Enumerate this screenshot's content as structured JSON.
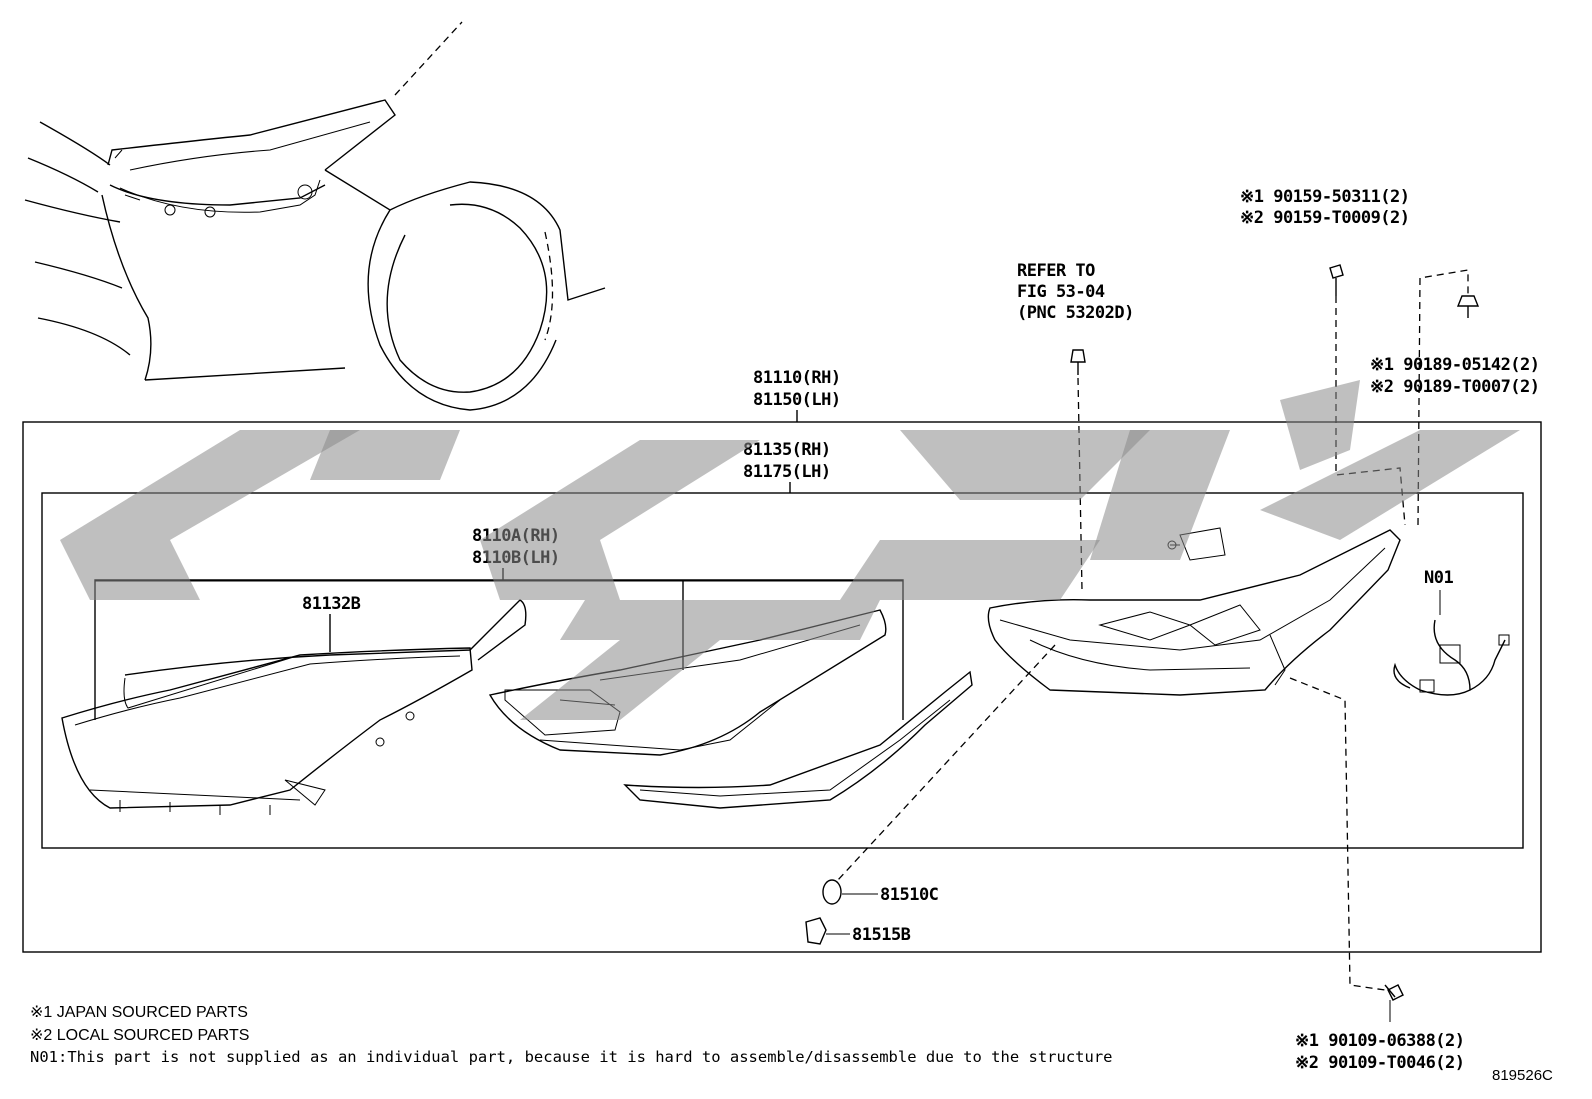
{
  "labels": {
    "assy_rh": "81110(RH)",
    "assy_lh": "81150(LH)",
    "unit_rh": "81135(RH)",
    "unit_lh": "81175(LH)",
    "sub_rh": "8110A(RH)",
    "sub_lh": "8110B(LH)",
    "lens": "81132B",
    "refer_1": "REFER TO",
    "refer_2": "FIG 53-04",
    "refer_3": "(PNC 53202D)",
    "screw_top_1": "※1 90159-50311(2)",
    "screw_top_2": "※2 90159-T0009(2)",
    "nut_1": "※1 90189-05142(2)",
    "nut_2": "※2 90189-T0007(2)",
    "n01": "N01",
    "bulb": "81510C",
    "socket": "81515B",
    "bolt_1": "※1 90109-06388(2)",
    "bolt_2": "※2 90109-T0046(2)",
    "diagram_id": "819526C"
  },
  "notes": {
    "note1": "※1 JAPAN SOURCED PARTS",
    "note2": "※2 LOCAL SOURCED PARTS",
    "note3": "N01:This part is not supplied as an individual part, because it is hard to assemble/disassemble due to the structure"
  }
}
